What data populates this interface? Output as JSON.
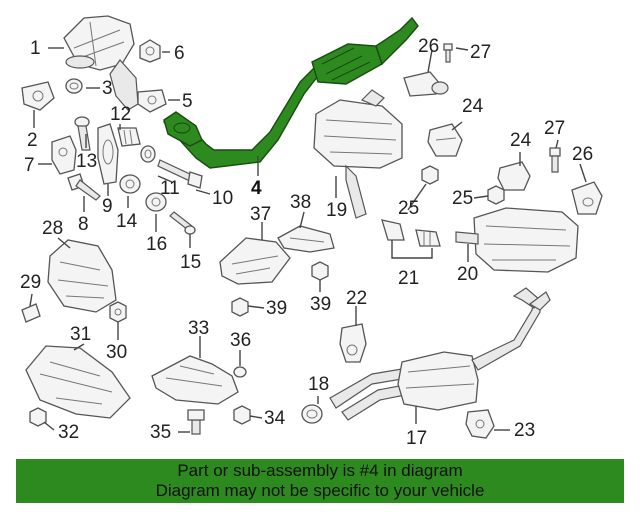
{
  "diagram": {
    "highlighted_part": "4",
    "callouts": [
      "1",
      "2",
      "3",
      "4",
      "5",
      "6",
      "7",
      "8",
      "9",
      "10",
      "11",
      "12",
      "13",
      "14",
      "15",
      "16",
      "17",
      "18",
      "19",
      "20",
      "21",
      "22",
      "23",
      "24",
      "24",
      "25",
      "25",
      "26",
      "26",
      "27",
      "27",
      "28",
      "29",
      "30",
      "31",
      "32",
      "33",
      "34",
      "35",
      "36",
      "37",
      "38",
      "39",
      "39"
    ]
  },
  "banner": {
    "line1": "Part or sub-assembly is #4 in diagram",
    "line2": "Diagram may not be specific to your vehicle"
  },
  "colors": {
    "highlight": "#2d8a1f",
    "banner_bg": "#2d8a1f",
    "line_art": "#555555"
  }
}
